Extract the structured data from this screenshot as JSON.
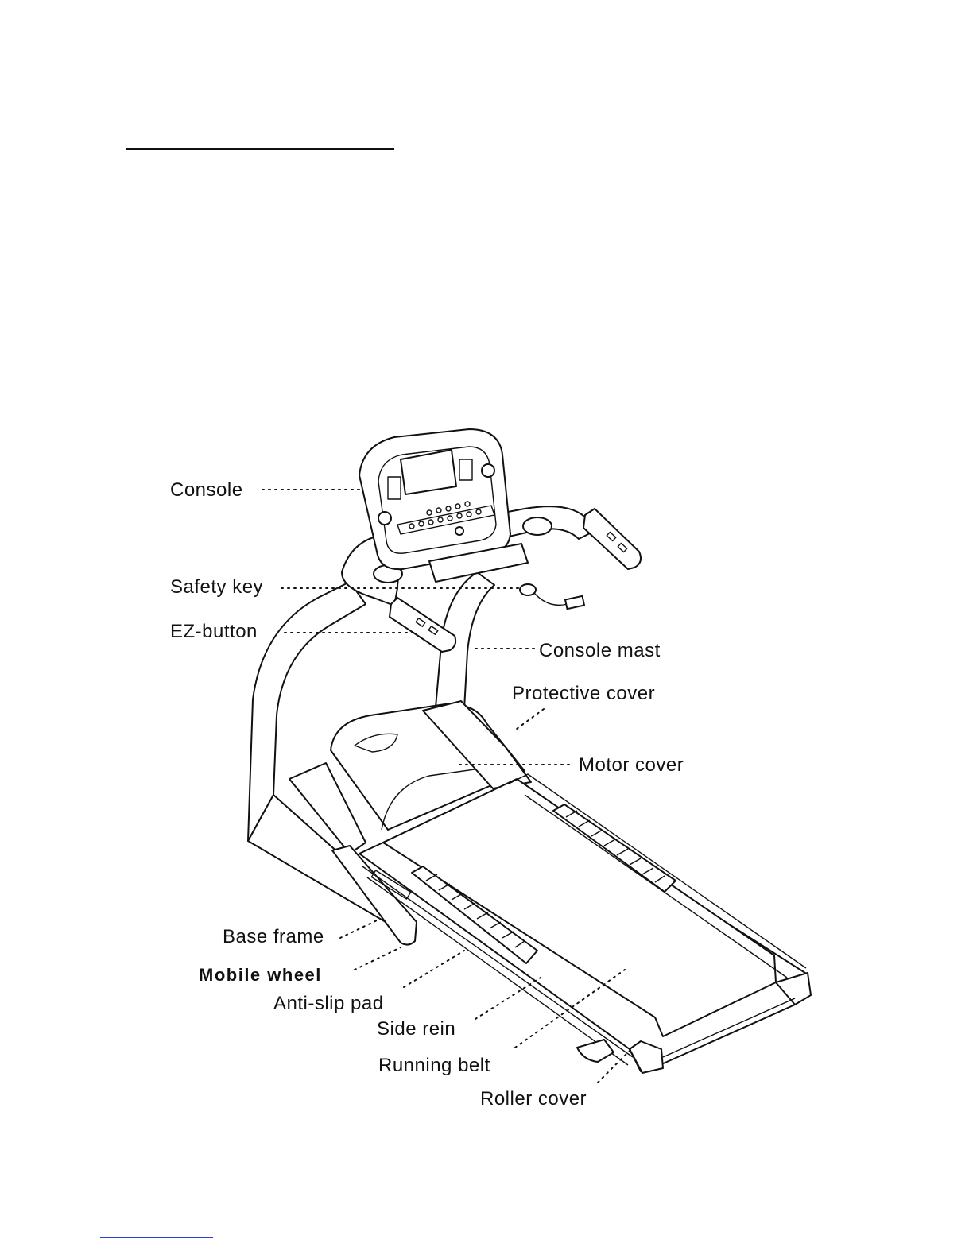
{
  "labels": {
    "console": "Console",
    "safety_key": "Safety key",
    "ez_button": "EZ-button",
    "console_mast": "Console mast",
    "protective_cover": "Protective cover",
    "motor_cover": "Motor cover",
    "base_frame": "Base frame",
    "mobile_wheel": "Mobile wheel",
    "anti_slip_pad": "Anti-slip pad",
    "side_rein": "Side rein",
    "running_belt": "Running belt",
    "roller_cover": "Roller cover"
  },
  "colors": {
    "line": "#111111",
    "footnote_rule": "#2a3fd0"
  }
}
